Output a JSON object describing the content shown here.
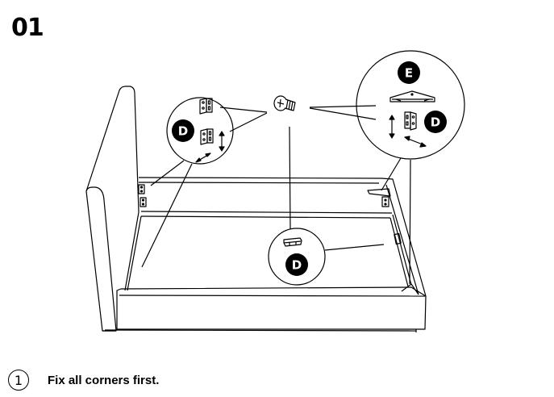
{
  "page": {
    "step_number": "01"
  },
  "instruction": {
    "index": "1",
    "text": "Fix all corners first."
  },
  "callouts": {
    "left_bracket_badge": "D",
    "top_right_corner_badge": "E",
    "top_right_bracket_badge": "D",
    "bottom_center_badge": "D"
  },
  "colors": {
    "ink": "#000000",
    "background": "#ffffff"
  }
}
